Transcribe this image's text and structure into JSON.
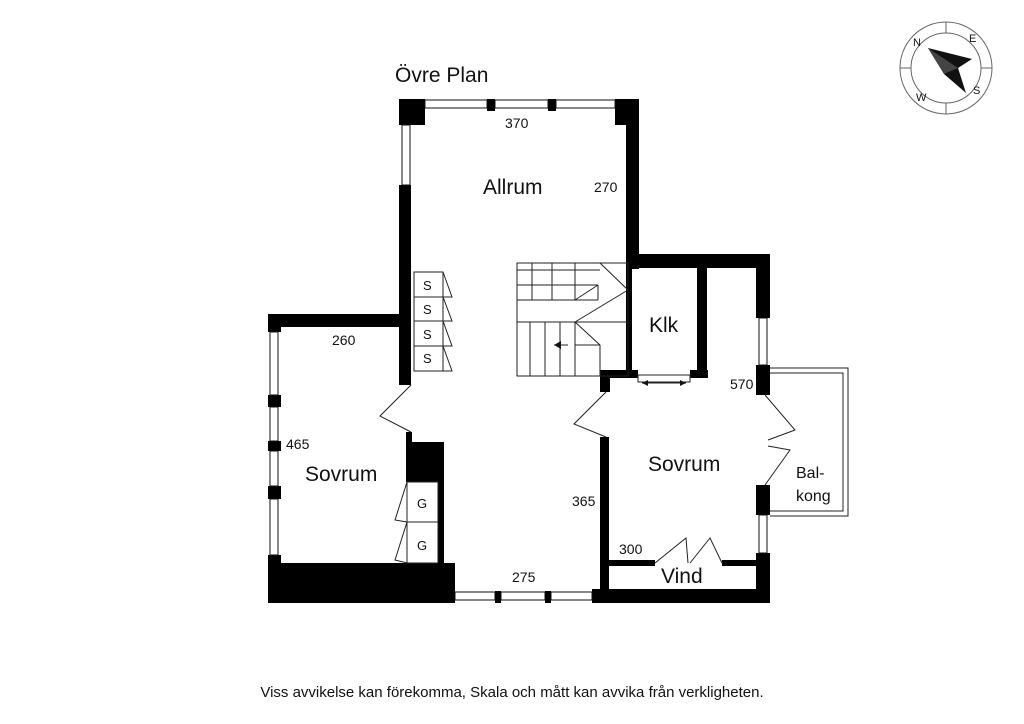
{
  "plan": {
    "title": "Övre Plan",
    "footer": "Viss avvikelse kan förekomma, Skala och mått kan avvika från verkligheten."
  },
  "rooms": {
    "allrum": "Allrum",
    "klk": "Klk",
    "sovrum_left": "Sovrum",
    "sovrum_right": "Sovrum",
    "vind": "Vind",
    "balkong_1": "Bal-",
    "balkong_2": "kong"
  },
  "dimensions": {
    "top": "370",
    "allrum_right": "270",
    "left_room_top": "260",
    "left_room_side": "465",
    "bottom": "275",
    "right_room_side": "365",
    "right_room_top": "570",
    "vind_width": "300"
  },
  "storage": {
    "s": [
      "S",
      "S",
      "S",
      "S"
    ],
    "g": [
      "G",
      "G"
    ]
  },
  "compass": {
    "n": "N",
    "e": "E",
    "s": "S",
    "w": "W"
  },
  "colors": {
    "wall": "#000000",
    "line": "#111111",
    "background": "#ffffff"
  }
}
